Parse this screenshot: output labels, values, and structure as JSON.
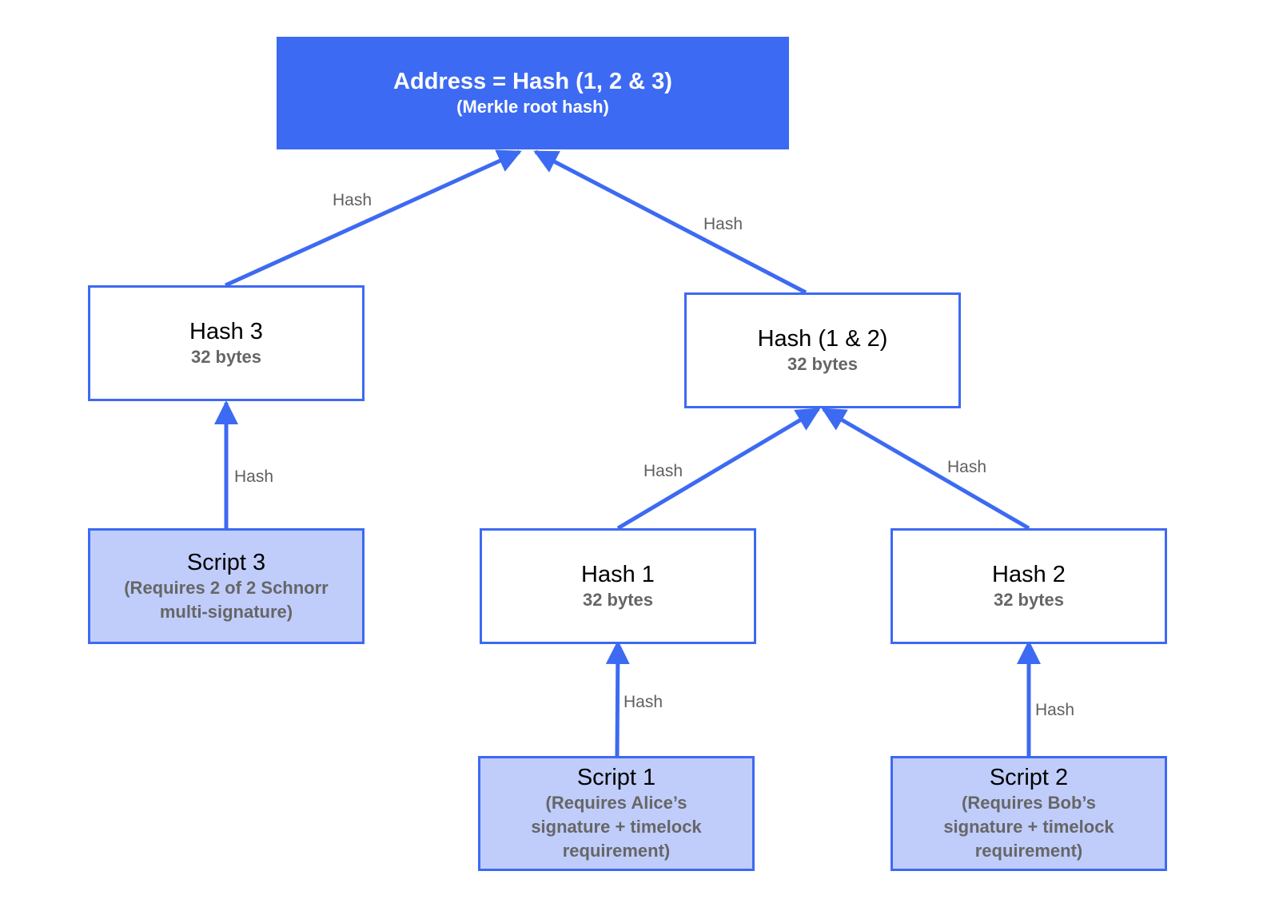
{
  "colors": {
    "accent": "#3d6af2",
    "script_fill": "#c0cdfb",
    "subtext": "#666666",
    "edge_label": "#5f5f5f"
  },
  "nodes": {
    "root": {
      "title": "Address = Hash (1, 2 & 3)",
      "sub": "(Merkle root hash)"
    },
    "hash3": {
      "title": "Hash 3",
      "sub": "32 bytes"
    },
    "hash12": {
      "title": "Hash (1 & 2)",
      "sub": "32 bytes"
    },
    "hash1": {
      "title": "Hash 1",
      "sub": "32 bytes"
    },
    "hash2": {
      "title": "Hash 2",
      "sub": "32 bytes"
    },
    "script3": {
      "title": "Script 3",
      "sub_lines": [
        "(Requires 2 of 2 Schnorr",
        "multi-signature)"
      ]
    },
    "script1": {
      "title": "Script 1",
      "sub_lines": [
        "(Requires Alice’s",
        "signature + timelock",
        "requirement)"
      ]
    },
    "script2": {
      "title": "Script 2",
      "sub_lines": [
        "(Requires Bob’s",
        "signature + timelock",
        "requirement)"
      ]
    }
  },
  "edges": {
    "hash3_to_root": "Hash",
    "hash12_to_root": "Hash",
    "script3_to_hash3": "Hash",
    "hash1_to_hash12": "Hash",
    "hash2_to_hash12": "Hash",
    "script1_to_hash1": "Hash",
    "script2_to_hash2": "Hash"
  }
}
